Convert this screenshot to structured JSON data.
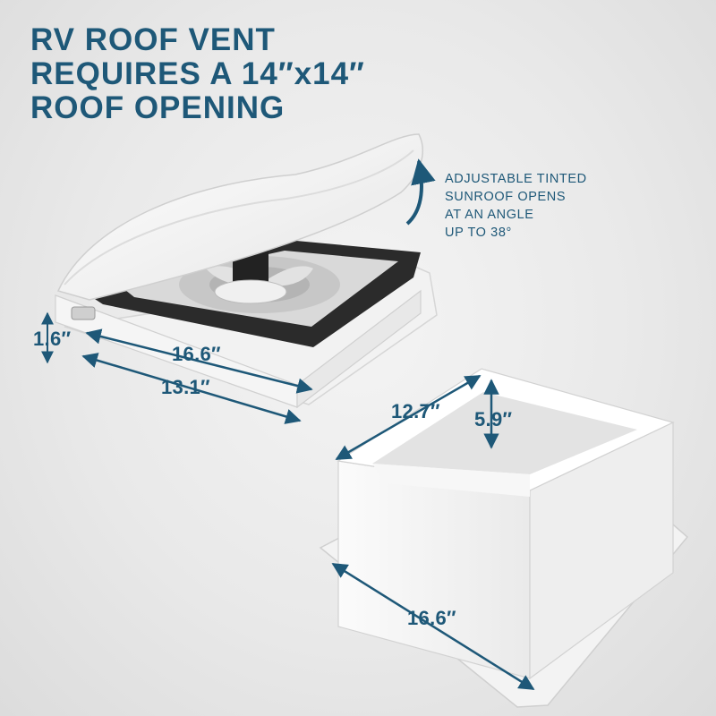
{
  "headline": {
    "line1": "RV ROOF VENT",
    "line2": "REQUIRES A 14″x14″",
    "line3": "ROOF OPENING"
  },
  "callout": {
    "line1": "ADJUSTABLE TINTED",
    "line2": "SUNROOF OPENS",
    "line3": "AT AN ANGLE",
    "line4": "UP TO 38°"
  },
  "dimensions": {
    "vent_height": "1.6″",
    "vent_outer_width": "16.6″",
    "vent_base_width": "13.1″",
    "box_width": "12.7″",
    "box_height": "5.9″",
    "flange_width": "16.6″"
  },
  "colors": {
    "accent": "#1e5878",
    "product": "#ffffff",
    "gasket": "#2b2b2b"
  },
  "icons": {
    "tilt_arrow": "curved-up-arrow-icon",
    "dimension_arrows": "double-headed-arrow-icon"
  }
}
